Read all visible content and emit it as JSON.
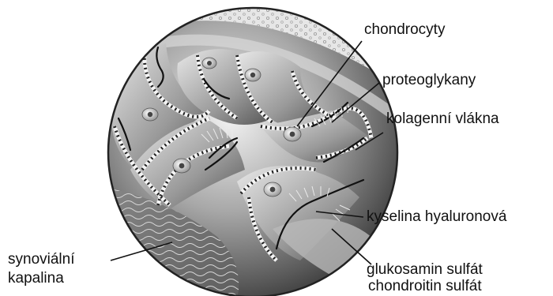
{
  "labels": {
    "chondrocytes": "chondrocyty",
    "proteoglycans": "proteoglykany",
    "collagen": "kolagenní vlákna",
    "hyaluronic": "kyselina hyaluronová",
    "synovial_line1": "synoviální",
    "synovial_line2": "kapalina",
    "glucosamine": "glukosamin sulfát",
    "chondroitin": "chondroitin sulfát"
  },
  "colors": {
    "sphere_outline": "#222222",
    "ink": "#111111",
    "surface_band": "#e6e6e6"
  }
}
